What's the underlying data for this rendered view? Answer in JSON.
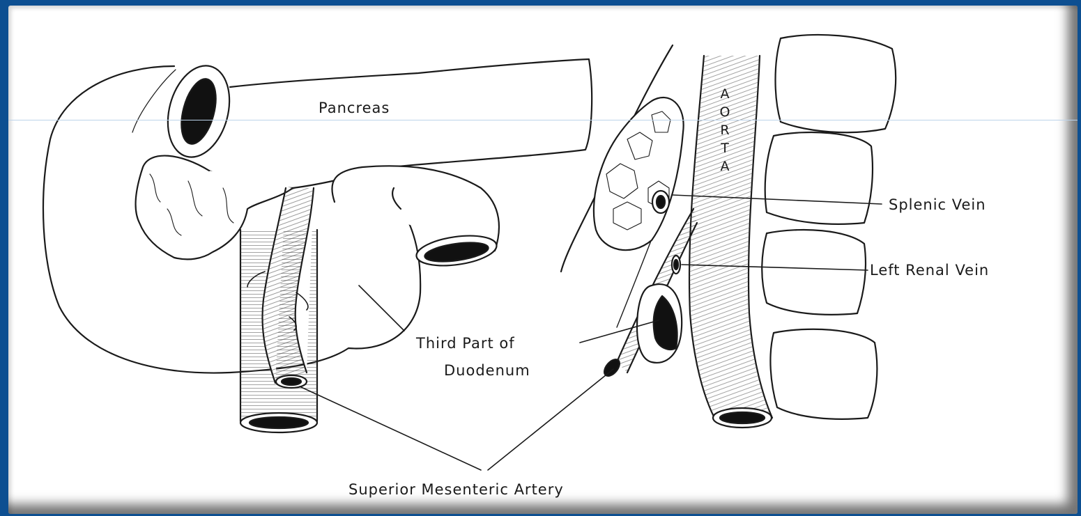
{
  "diagram": {
    "labels": {
      "pancreas": "Pancreas",
      "splenic_vein": "Splenic Vein",
      "left_renal_vein": "Left Renal Vein",
      "third_part_line1": "Third Part of",
      "third_part_line2": "Duodenum",
      "sma": "Superior Mesenteric Artery",
      "aorta": [
        "A",
        "O",
        "R",
        "T",
        "A"
      ]
    },
    "colors": {
      "frame": "#0d4f91",
      "panel": "#ffffff",
      "ink": "#1a1a1a"
    }
  }
}
